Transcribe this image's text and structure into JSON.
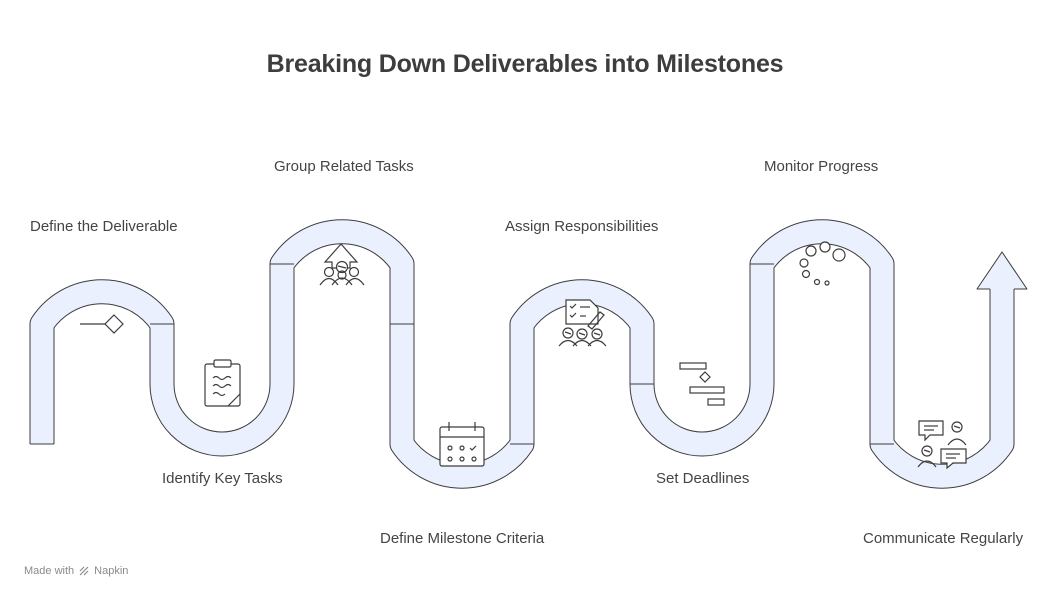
{
  "title": "Breaking Down Deliverables into Milestones",
  "steps": [
    {
      "label": "Define the Deliverable",
      "icon": "diamond-milestone-icon"
    },
    {
      "label": "Identify Key Tasks",
      "icon": "clipboard-icon"
    },
    {
      "label": "Group Related Tasks",
      "icon": "team-arrow-up-icon"
    },
    {
      "label": "Define Milestone Criteria",
      "icon": "calendar-icon"
    },
    {
      "label": "Assign Responsibilities",
      "icon": "checklist-team-icon"
    },
    {
      "label": "Set Deadlines",
      "icon": "gantt-timeline-icon"
    },
    {
      "label": "Monitor Progress",
      "icon": "loading-circles-icon"
    },
    {
      "label": "Communicate Regularly",
      "icon": "chat-people-icon"
    }
  ],
  "footer": {
    "prefix": "Made with",
    "brand": "Napkin"
  },
  "colors": {
    "band_fill": "#eaf0fd",
    "band_stroke": "#3c3c3c",
    "text": "#444444"
  }
}
